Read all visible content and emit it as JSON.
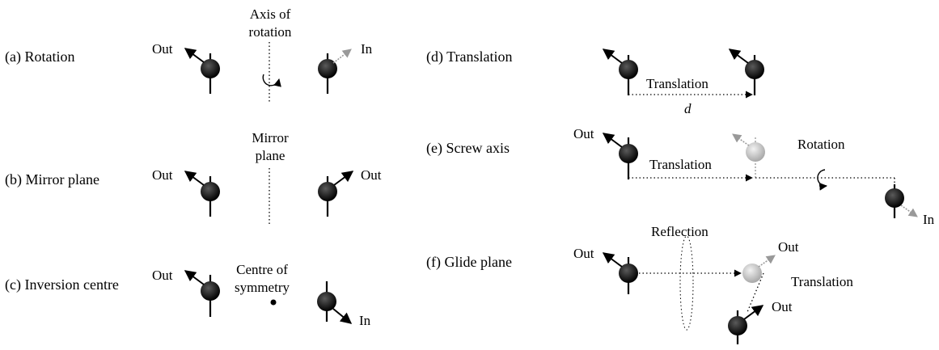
{
  "panels": {
    "a": "(a) Rotation",
    "b": "(b) Mirror plane",
    "c": "(c) Inversion centre",
    "d": "(d) Translation",
    "e": "(e) Screw axis",
    "f": "(f) Glide plane"
  },
  "labels": {
    "out": "Out",
    "in": "In",
    "axis_line1": "Axis of",
    "axis_line2": "rotation",
    "mirror_line1": "Mirror",
    "mirror_line2": "plane",
    "centre_line1": "Centre of",
    "centre_line2": "symmetry",
    "translation": "Translation",
    "distance": "d",
    "rotation": "Rotation",
    "reflection": "Reflection"
  }
}
